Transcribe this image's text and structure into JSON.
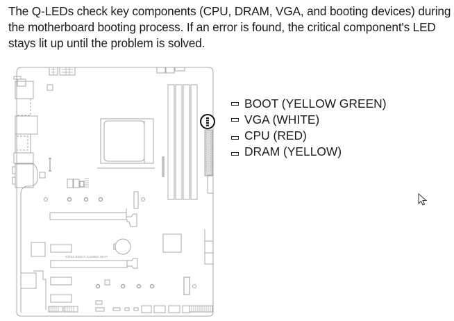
{
  "description": {
    "line1": "The Q-LEDs check key components (CPU, DRAM, VGA, and booting devices) during",
    "line2": "the motherboard booting process. If an error is found, the critical component's LED",
    "line3": "stays lit up until the problem is solved."
  },
  "diagram": {
    "board_label": "STRIX B550-F GAMING WI-FI",
    "highlight": "q-led-location"
  },
  "legend": {
    "items": [
      {
        "label": "BOOT (YELLOW GREEN)",
        "icon": "led-icon"
      },
      {
        "label": "VGA (WHITE)",
        "icon": "led-icon"
      },
      {
        "label": "CPU (RED)",
        "icon": "led-icon"
      },
      {
        "label": "DRAM (YELLOW)",
        "icon": "led-icon"
      }
    ]
  },
  "colors": {
    "board_line": "#a8a8a8",
    "highlight_ring": "#111111",
    "text": "#1a1a1a"
  }
}
